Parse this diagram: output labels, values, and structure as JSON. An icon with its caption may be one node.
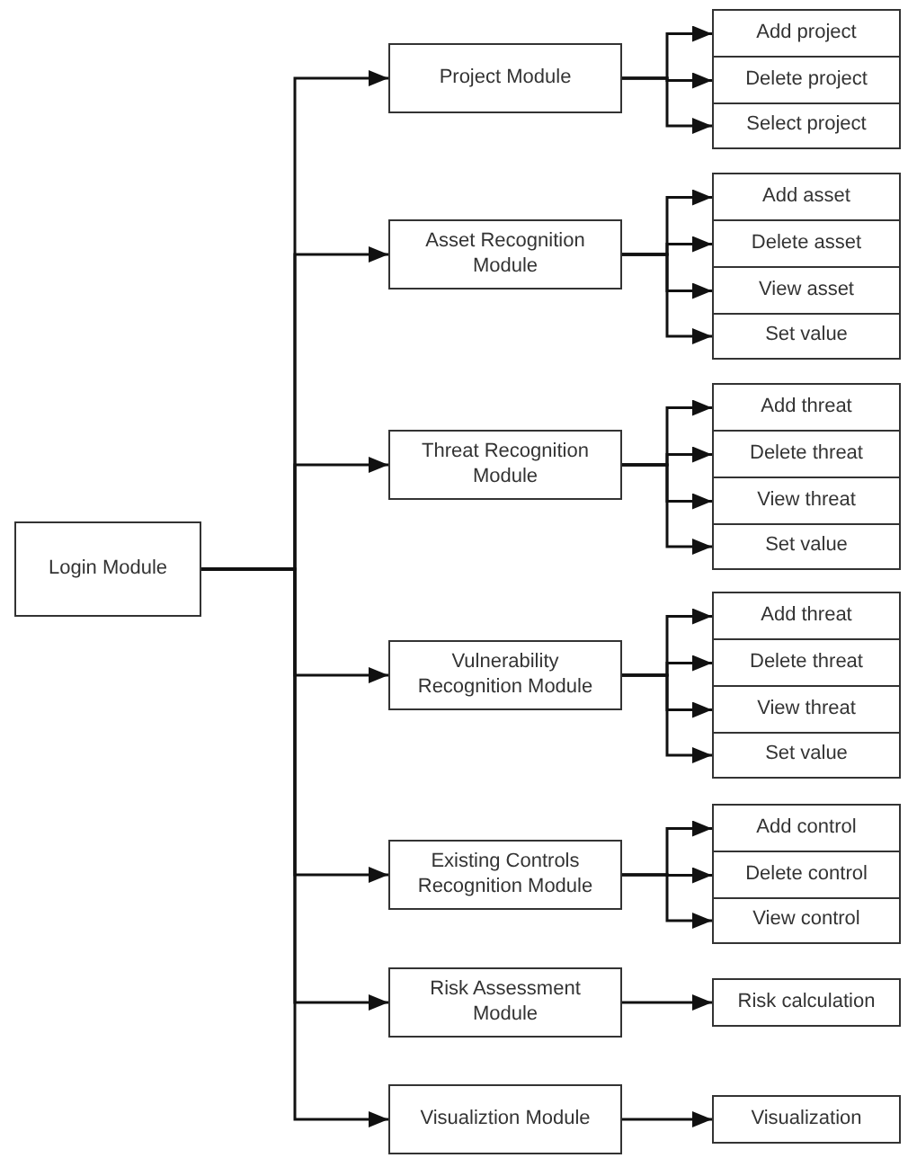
{
  "diagram": {
    "nodes": [
      {
        "text": [
          "Login Module"
        ]
      },
      {
        "text": [
          "Project Module"
        ]
      },
      {
        "text": [
          "Add project"
        ]
      },
      {
        "text": [
          "Delete project"
        ]
      },
      {
        "text": [
          "Select project"
        ]
      },
      {
        "text": [
          "Asset Recognition Module"
        ]
      },
      {
        "text": [
          "Add asset"
        ]
      },
      {
        "text": [
          "Delete asset"
        ]
      },
      {
        "text": [
          "View asset"
        ]
      },
      {
        "text": [
          "Set value"
        ]
      },
      {
        "text": [
          "Threat Recognition Module"
        ]
      },
      {
        "text": [
          "Add threat"
        ]
      },
      {
        "text": [
          "Delete threat"
        ]
      },
      {
        "text": [
          "View threat"
        ]
      },
      {
        "text": [
          "Set value"
        ]
      },
      {
        "text": [
          "Vulnerability Recognition Module"
        ]
      },
      {
        "text": [
          "Add threat"
        ]
      },
      {
        "text": [
          "Delete threat"
        ]
      },
      {
        "text": [
          "View threat"
        ]
      },
      {
        "text": [
          "Set value"
        ]
      },
      {
        "text": [
          "Existing Controls Recognition Module"
        ]
      },
      {
        "text": [
          "Add control"
        ]
      },
      {
        "text": [
          "Delete control"
        ]
      },
      {
        "text": [
          "View control"
        ]
      },
      {
        "text": [
          "Risk Assessment Module"
        ]
      },
      {
        "text": [
          "Risk calculation"
        ]
      },
      {
        "text": [
          "Visualiztion Module"
        ]
      },
      {
        "text": [
          "Visualization"
        ]
      }
    ],
    "edges": [
      {
        "from": 0,
        "to": 1,
        "arrow": "to"
      },
      {
        "from": 0,
        "to": 5,
        "arrow": "to"
      },
      {
        "from": 0,
        "to": 10,
        "arrow": "to"
      },
      {
        "from": 0,
        "to": 15,
        "arrow": "to"
      },
      {
        "from": 0,
        "to": 20,
        "arrow": "to"
      },
      {
        "from": 0,
        "to": 24,
        "arrow": "to"
      },
      {
        "from": 0,
        "to": 26,
        "arrow": "to"
      },
      {
        "from": 1,
        "to": 2,
        "arrow": "to"
      },
      {
        "from": 1,
        "to": 3,
        "arrow": "to"
      },
      {
        "from": 1,
        "to": 4,
        "arrow": "to"
      },
      {
        "from": 5,
        "to": 6,
        "arrow": "to"
      },
      {
        "from": 5,
        "to": 7,
        "arrow": "to"
      },
      {
        "from": 5,
        "to": 8,
        "arrow": "to"
      },
      {
        "from": 5,
        "to": 9,
        "arrow": "to"
      },
      {
        "from": 10,
        "to": 11,
        "arrow": "to"
      },
      {
        "from": 10,
        "to": 12,
        "arrow": "to"
      },
      {
        "from": 10,
        "to": 13,
        "arrow": "to"
      },
      {
        "from": 10,
        "to": 14,
        "arrow": "to"
      },
      {
        "from": 15,
        "to": 16,
        "arrow": "to"
      },
      {
        "from": 15,
        "to": 17,
        "arrow": "to"
      },
      {
        "from": 15,
        "to": 18,
        "arrow": "to"
      },
      {
        "from": 15,
        "to": 19,
        "arrow": "to"
      },
      {
        "from": 20,
        "to": 21,
        "arrow": "to"
      },
      {
        "from": 20,
        "to": 22,
        "arrow": "to"
      },
      {
        "from": 20,
        "to": 23,
        "arrow": "to"
      },
      {
        "from": 24,
        "to": 25,
        "arrow": "to"
      },
      {
        "from": 26,
        "to": 27,
        "arrow": "to"
      }
    ]
  }
}
